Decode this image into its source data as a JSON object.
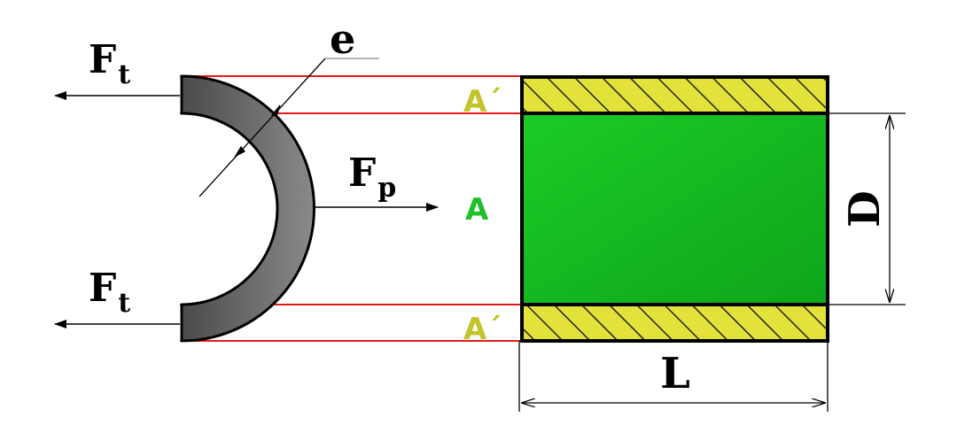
{
  "labels": {
    "force_t_top": "F",
    "force_t_top_sub": "t",
    "force_t_bottom": "F",
    "force_t_bottom_sub": "t",
    "force_p": "F",
    "force_p_sub": "p",
    "thickness": "e",
    "area_top": "A´",
    "area_center": "A",
    "area_bottom": "A´",
    "diameter": "D",
    "length": "L"
  },
  "colors": {
    "guide_lines": "#e31b1b",
    "shell": "#6e6e6e",
    "projected_area": "#14b81e",
    "hatched_area": "#e2e23a",
    "area_label_green": "#1fbf2a",
    "area_label_yellow": "#c3c32a",
    "text": "#000000"
  }
}
